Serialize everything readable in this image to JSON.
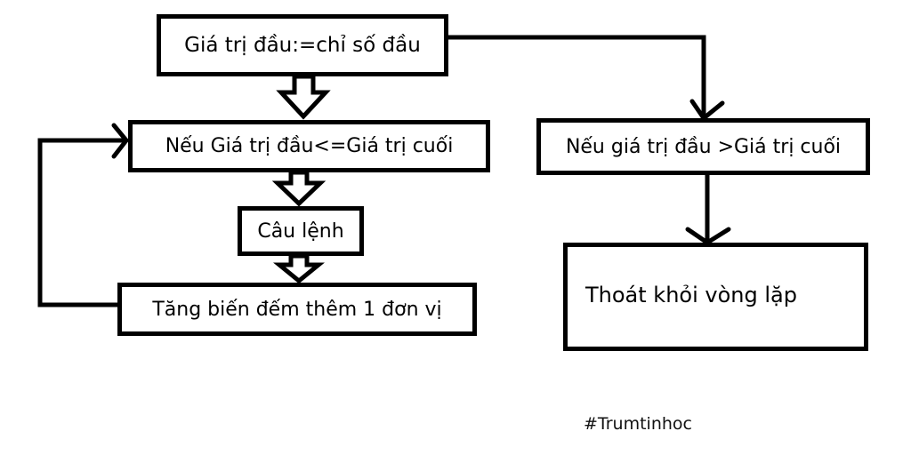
{
  "diagram": {
    "init": "Giá trị đầu:=chỉ số đầu",
    "condition_true": "Nếu Giá trị đầu<=Giá trị cuối",
    "statement": "Câu lệnh",
    "increment": "Tăng biến đếm thêm 1 đơn vị",
    "condition_false": "Nếu giá trị đầu >Giá trị cuối",
    "exit": "Thoát khỏi vòng lặp"
  },
  "watermark": "#Trumtinhoc"
}
